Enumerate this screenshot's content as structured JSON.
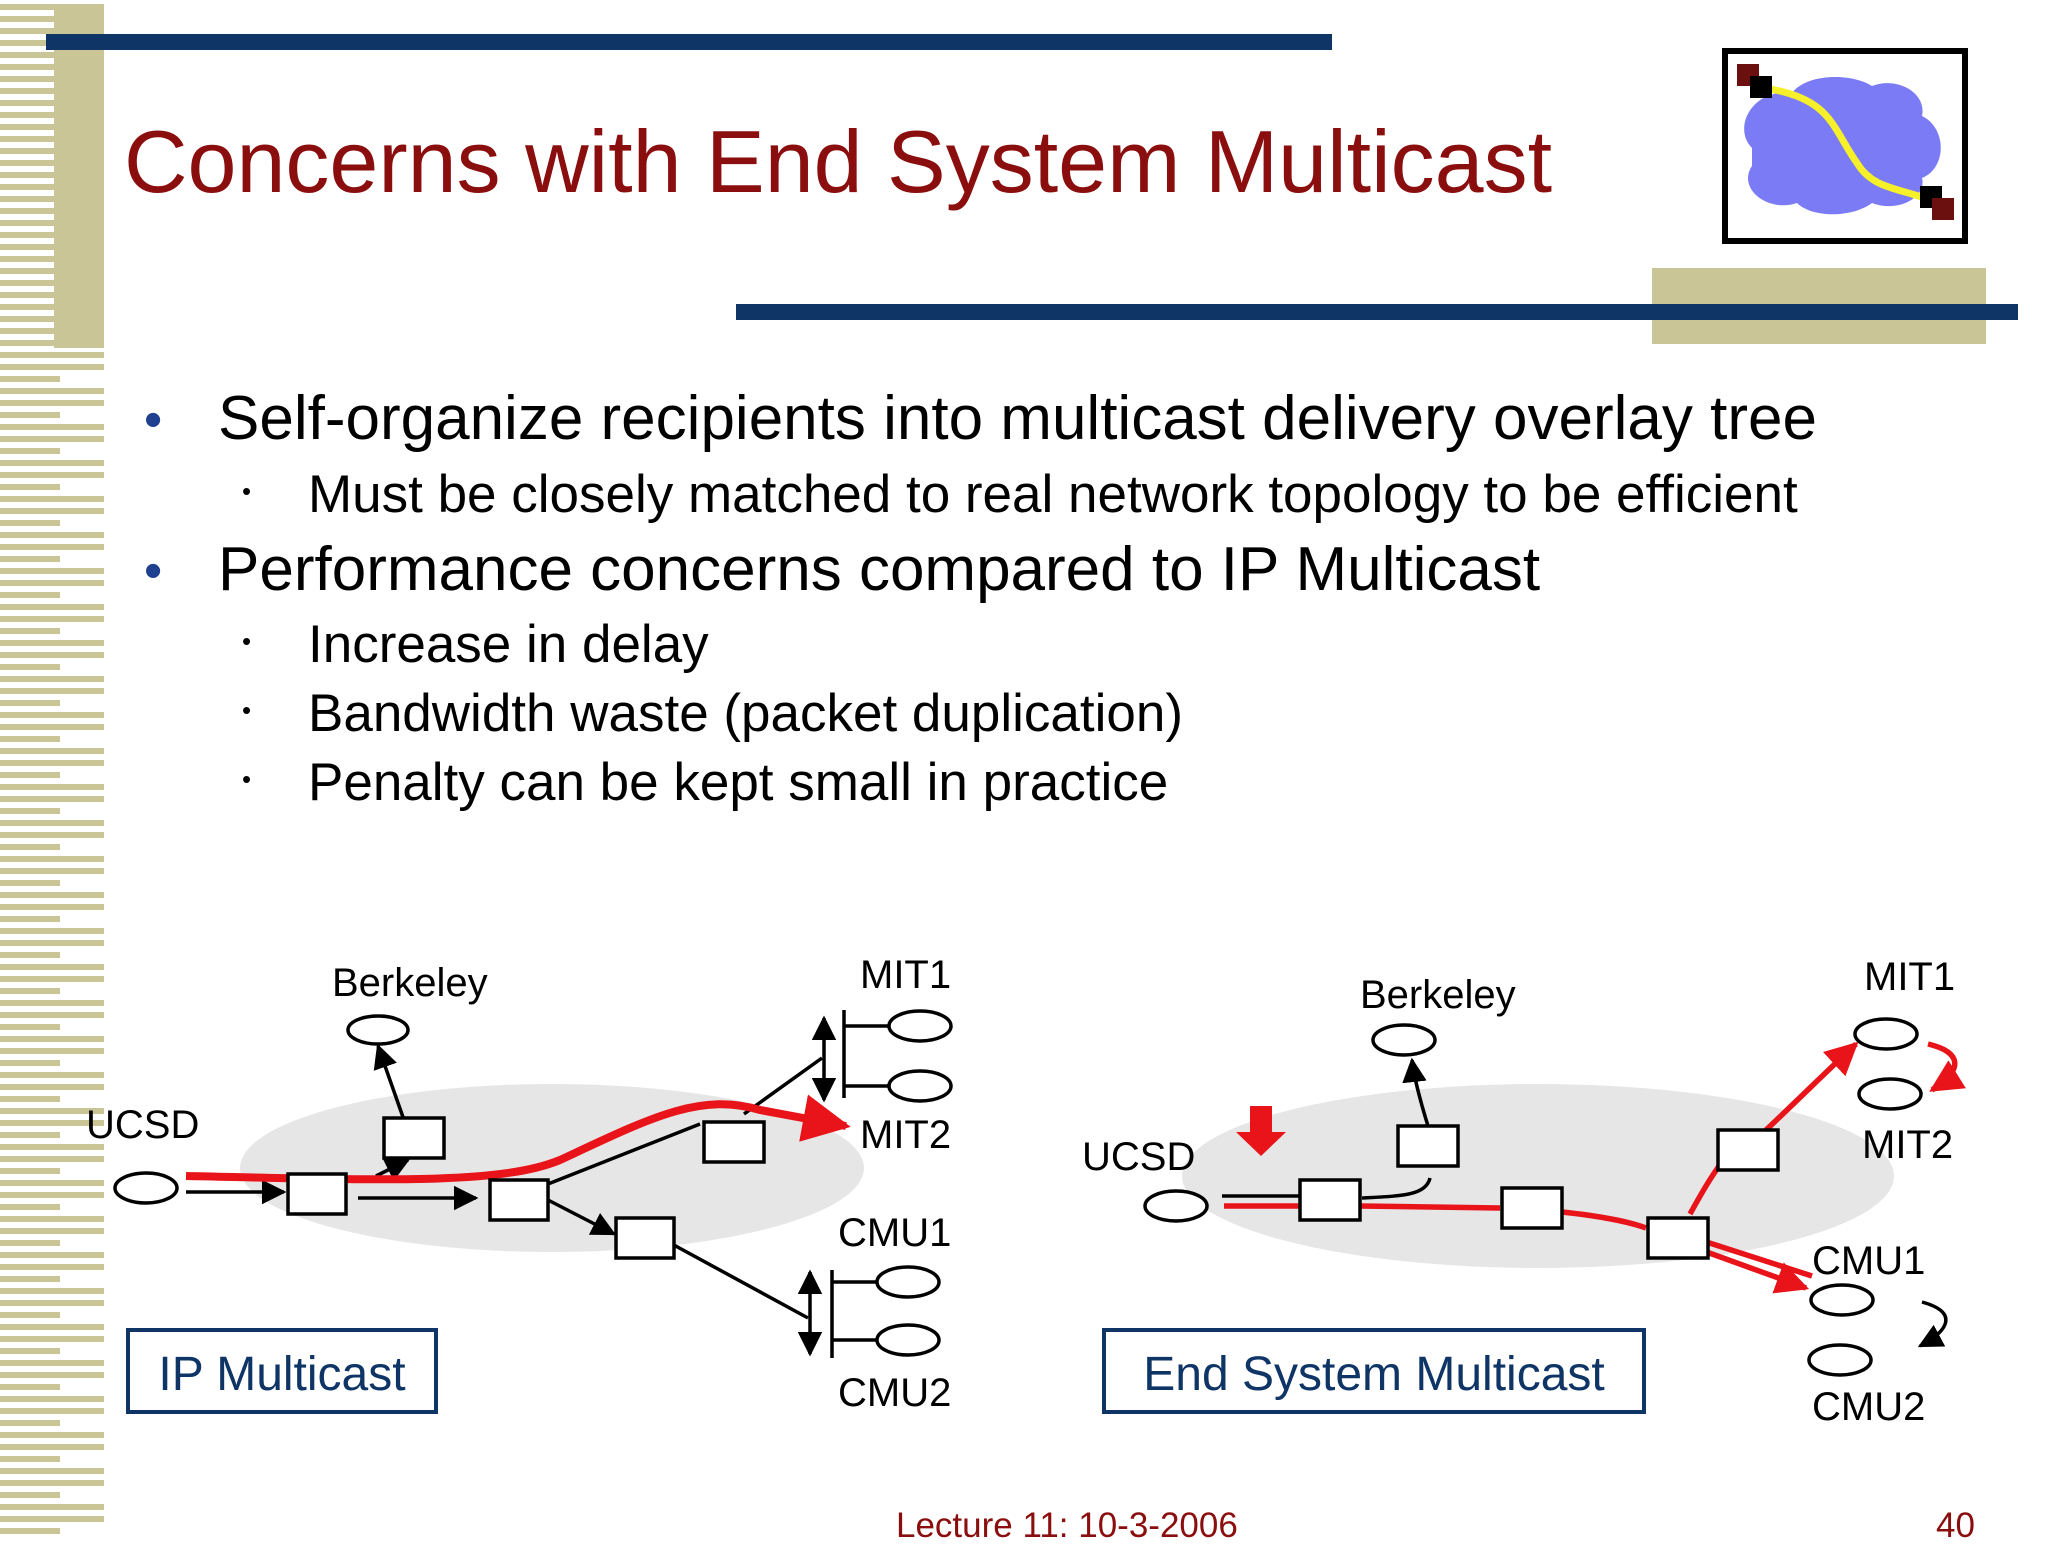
{
  "slide": {
    "title": "Concerns with End System Multicast",
    "bullets": [
      {
        "text": "Self-organize recipients into multicast delivery overlay tree",
        "level": 1
      },
      {
        "text": "Must be closely matched to real network topology to be efficient",
        "level": 2
      },
      {
        "text": "Performance concerns compared to IP Multicast",
        "level": 1
      },
      {
        "text": "Increase in delay",
        "level": 2
      },
      {
        "text": "Bandwidth waste (packet duplication)",
        "level": 2
      },
      {
        "text": "Penalty can be kept small in practice",
        "level": 2
      }
    ],
    "footer": {
      "lecture": "Lecture 11: 10-3-2006",
      "page": "40"
    }
  },
  "diagrams": {
    "ip": {
      "caption": "IP Multicast",
      "labels": {
        "berkeley": "Berkeley",
        "ucsd": "UCSD",
        "mit1": "MIT1",
        "mit2": "MIT2",
        "cmu1": "CMU1",
        "cmu2": "CMU2"
      }
    },
    "esm": {
      "caption": "End System Multicast",
      "labels": {
        "berkeley": "Berkeley",
        "ucsd": "UCSD",
        "mit1": "MIT1",
        "mit2": "MIT2",
        "cmu1": "CMU1",
        "cmu2": "CMU2"
      }
    }
  },
  "colors": {
    "title": "#8b0e0e",
    "accent_navy": "#0e3566",
    "accent_khaki": "#c9c596",
    "path_red": "#e8141a",
    "cloud_blue": "#7b7bf5",
    "bullet_blue": "#1f3f8f"
  },
  "icons": {
    "logo": "network-cloud-icon"
  }
}
